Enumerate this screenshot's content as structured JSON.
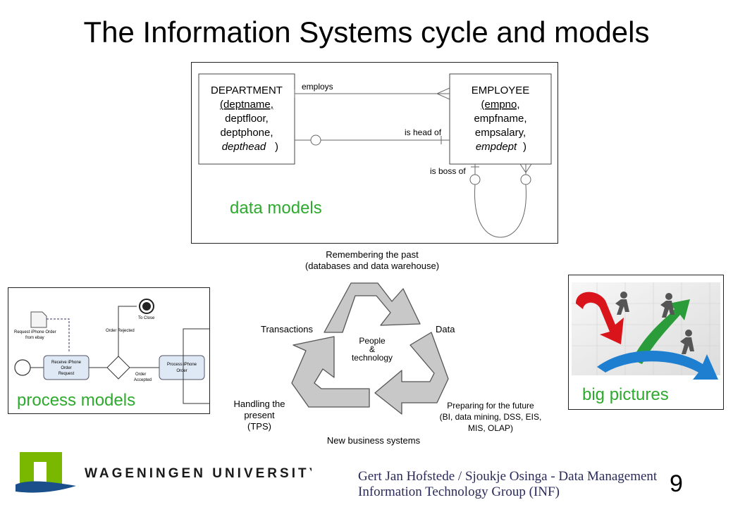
{
  "slide": {
    "title": "The Information Systems cycle and models",
    "page_number": "9"
  },
  "er_diagram": {
    "label": "data models",
    "department": {
      "name": "DEPARTMENT",
      "attr1": "(deptname,",
      "attr2": "deptfloor,",
      "attr3": "deptphone,",
      "attr4": "depthead",
      "close": ")"
    },
    "employee": {
      "name": "EMPLOYEE",
      "attr1": "(empno,",
      "attr2": "empfname,",
      "attr3": "empsalary,",
      "attr4": "empdept",
      "close": ")"
    },
    "rel_employs": "employs",
    "rel_head": "is head of",
    "rel_boss": "is boss of"
  },
  "process_model": {
    "label": "process models",
    "doc_label_1": "Request iPhone Order",
    "doc_label_2": "from ebay",
    "task1_1": "Receive iPhone",
    "task1_2": "Order",
    "task1_3": "Request",
    "gateway_reject": "Order Rejected",
    "end_label": "To Close",
    "accepted_1": "Order",
    "accepted_2": "Accepted",
    "task2_1": "Process iPhone",
    "task2_2": "Order"
  },
  "cycle": {
    "top_1": "Remembering the past",
    "top_2": "(databases and data warehouse)",
    "left": "Transactions",
    "right": "Data",
    "center_1": "People",
    "center_2": "&",
    "center_3": "technology",
    "bl_1": "Handling the",
    "bl_2": "present",
    "bl_3": "(TPS)",
    "br_1": "Preparing for the future",
    "br_2": "(BI, data mining, DSS,  EIS,",
    "br_3": "MIS, OLAP)",
    "bottom": "New business systems"
  },
  "big_pictures": {
    "label": "big pictures"
  },
  "footer": {
    "logo_text": "WAGENINGEN UNIVERSITY",
    "line1": "Gert Jan Hofstede / Sjoukje Osinga - Data Management",
    "line2": "Information Technology Group (INF)"
  },
  "colors": {
    "label_green": "#2eaa2e",
    "logo_green": "#7ab800",
    "logo_blue": "#1a4f8b",
    "arrow_gray": "#c8c8c8"
  }
}
